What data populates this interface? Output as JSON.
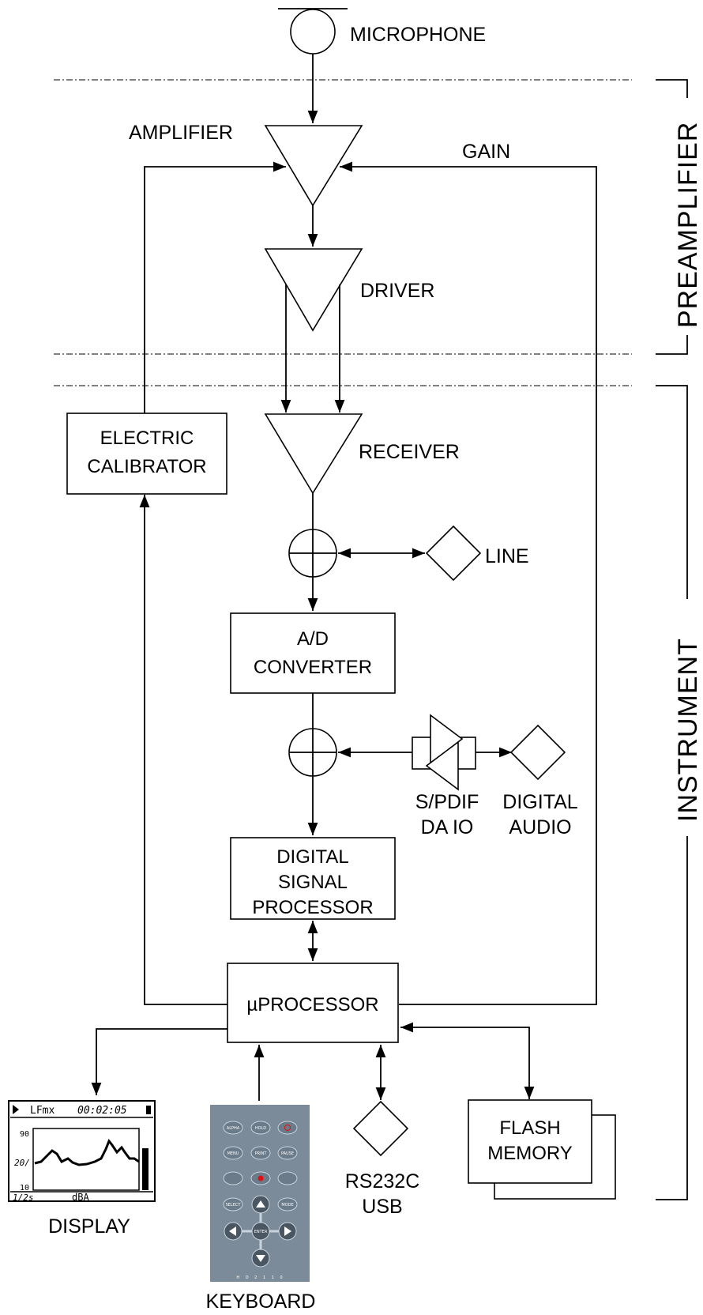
{
  "labels": {
    "microphone": "MICROPHONE",
    "amplifier": "AMPLIFIER",
    "gain": "GAIN",
    "driver": "DRIVER",
    "receiver": "RECEIVER",
    "electric_calibrator": [
      "ELECTRIC",
      "CALIBRATOR"
    ],
    "line": "LINE",
    "ad_converter": [
      "A/D",
      "CONVERTER"
    ],
    "spdif": [
      "S/PDIF",
      "DA IO"
    ],
    "digital_audio": [
      "DIGITAL",
      "AUDIO"
    ],
    "dsp": [
      "DIGITAL",
      "SIGNAL",
      "PROCESSOR"
    ],
    "uprocessor": "µPROCESSOR",
    "display": "DISPLAY",
    "keyboard": "KEYBOARD",
    "rs232c_usb": [
      "RS232C",
      "USB"
    ],
    "flash_memory": [
      "FLASH",
      "MEMORY"
    ],
    "preamplifier_section": "PREAMPLIFIER",
    "instrument_section": "INSTRUMENT"
  },
  "display_screen": {
    "mode": "LFmx",
    "time": "00:02:05",
    "y_top": "90",
    "y_mid": "20/",
    "y_bot": "10",
    "rate": "1/2s",
    "unit": "dBA"
  },
  "keyboard_panel": {
    "model": "H D 2 1 1 0",
    "keys": [
      "ALPHA",
      "HOLD",
      "",
      "MENU",
      "PRINT",
      "PAUSE",
      "",
      "",
      "",
      "SELECT",
      "",
      "MODE",
      "ENTER"
    ]
  }
}
